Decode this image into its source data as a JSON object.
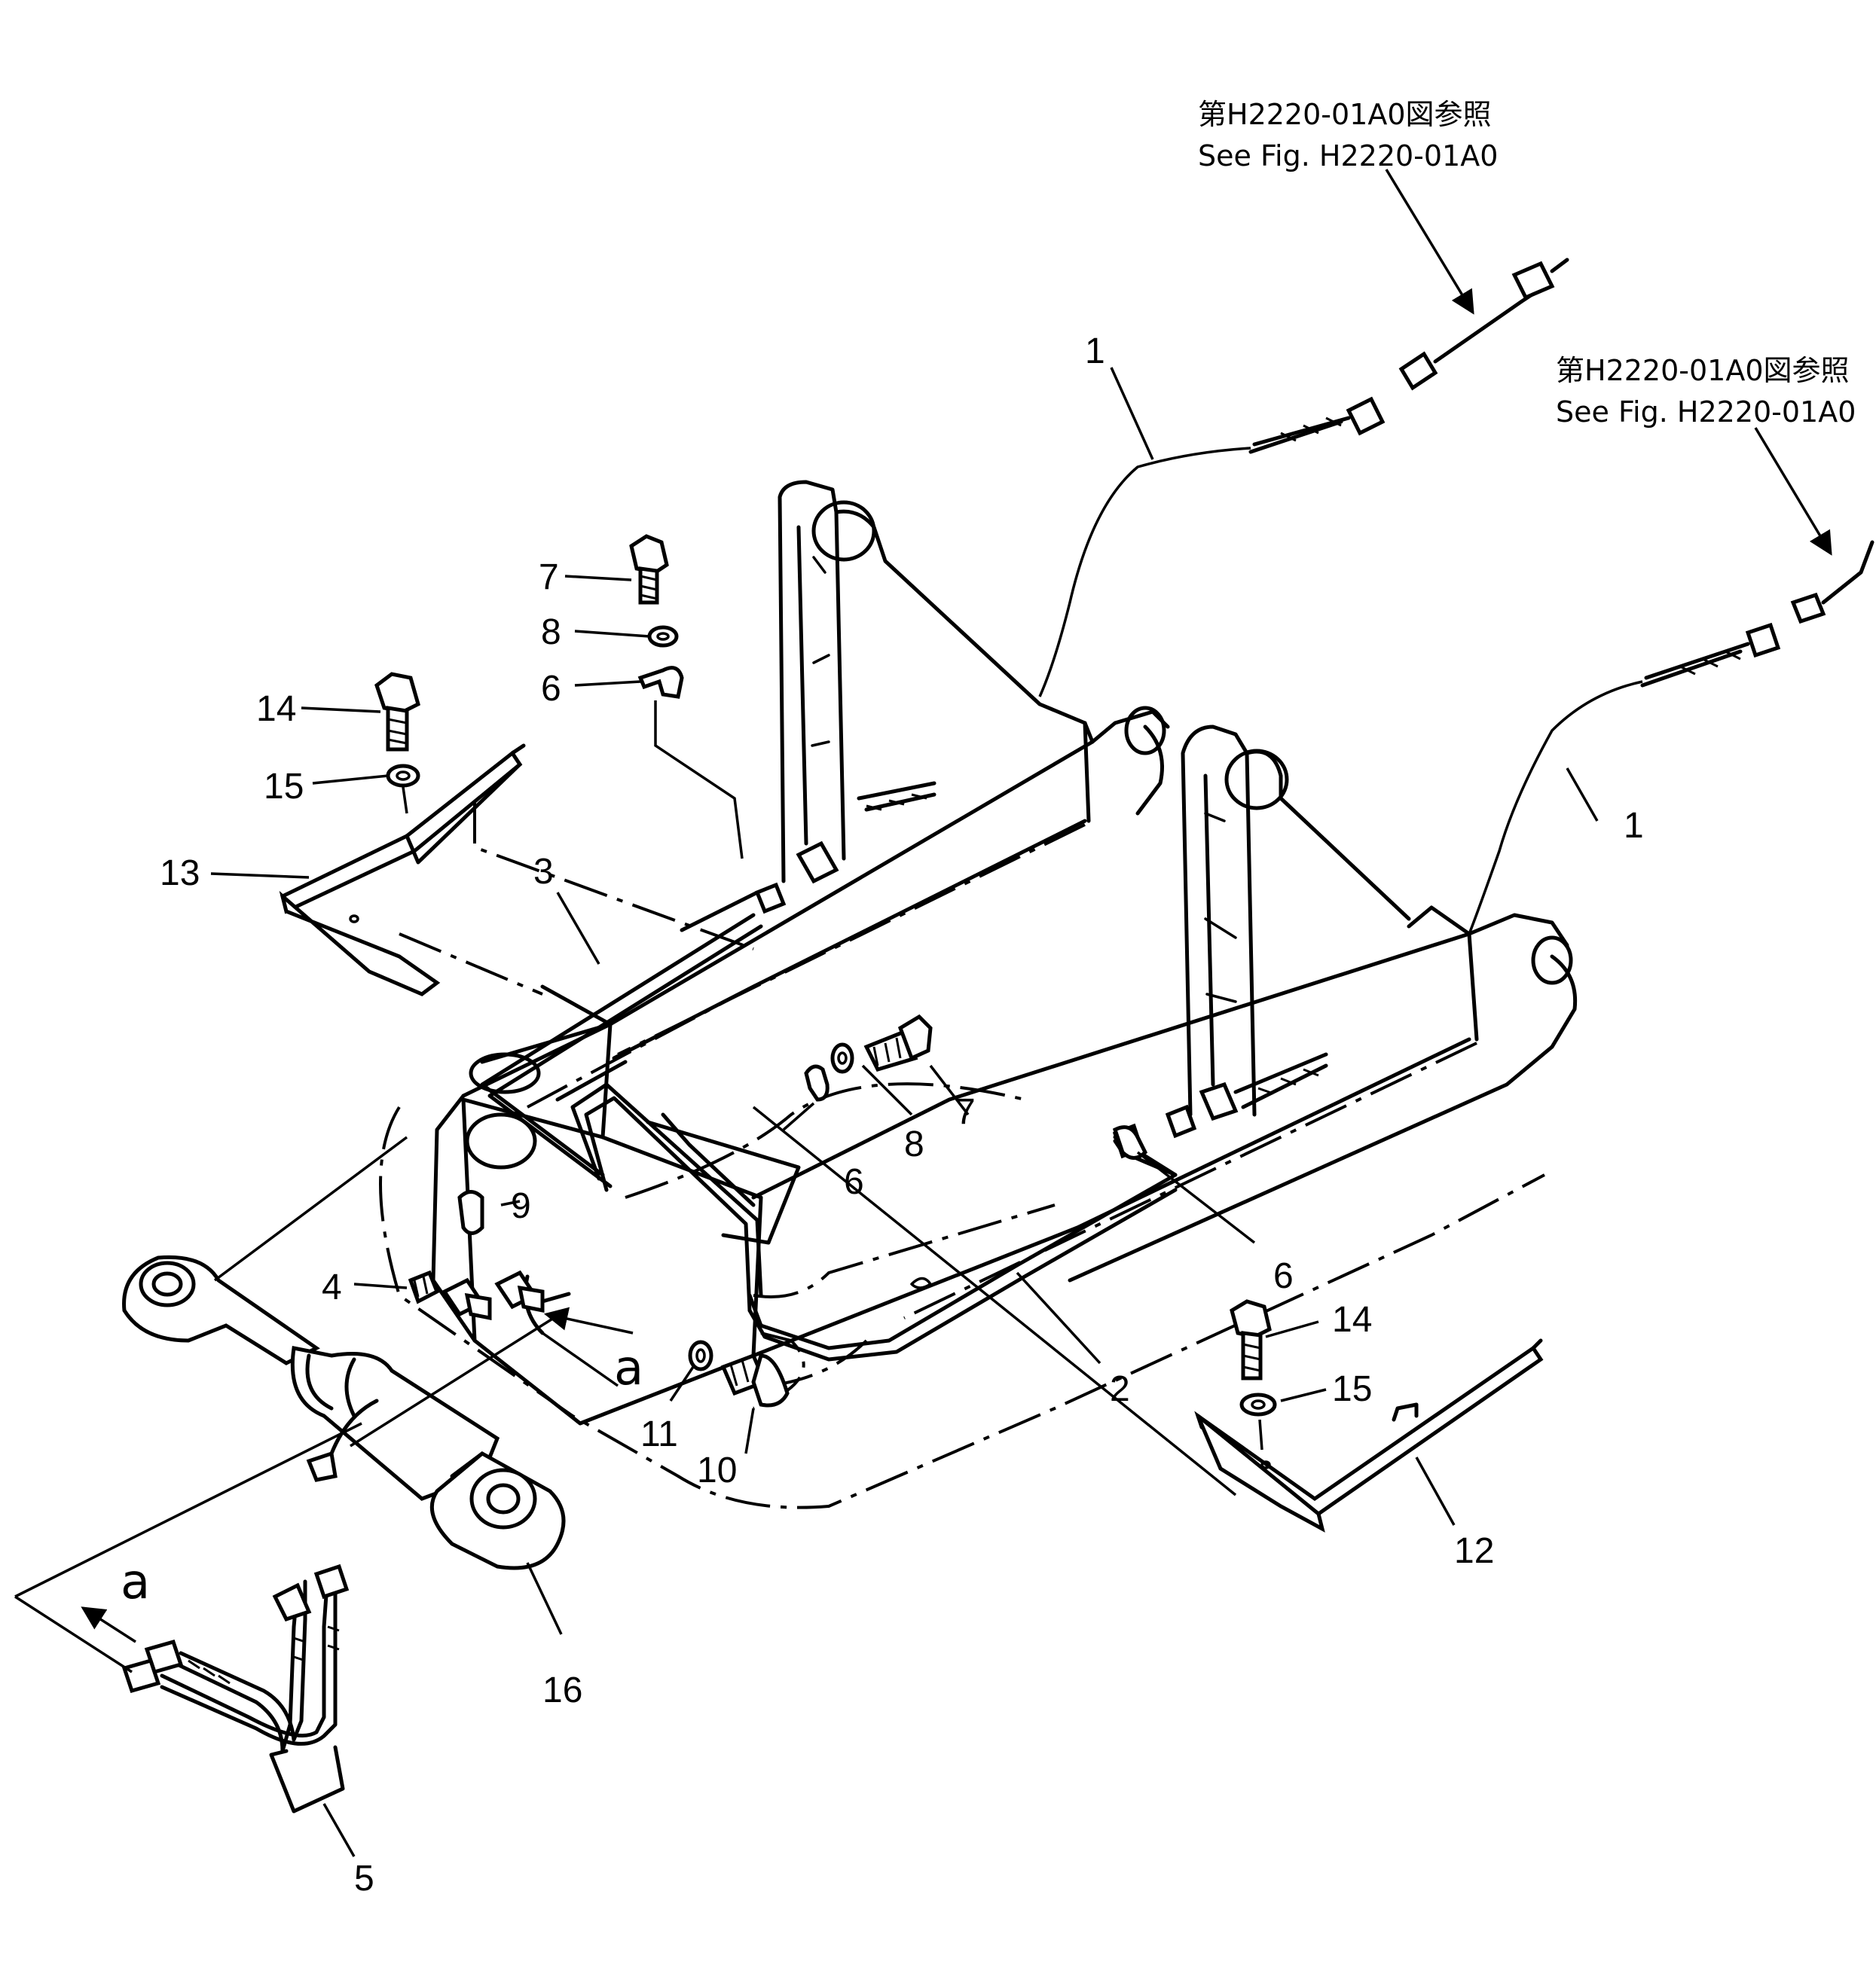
{
  "references": [
    {
      "jp": "第H2220-01A0図参照",
      "en": "See Fig. H2220-01A0"
    },
    {
      "jp": "第H2220-01A0図参照",
      "en": "See Fig. H2220-01A0"
    }
  ],
  "callouts": {
    "c1a": "1",
    "c1b": "1",
    "c2": "2",
    "c3": "3",
    "c4": "4",
    "c5": "5",
    "c6a": "6",
    "c6b": "6",
    "c6c": "6",
    "c7a": "7",
    "c7b": "7",
    "c8a": "8",
    "c8b": "8",
    "c9": "9",
    "c10": "10",
    "c11": "11",
    "c12": "12",
    "c13": "13",
    "c14a": "14",
    "c14b": "14",
    "c15a": "15",
    "c15b": "15",
    "c16": "16"
  },
  "view_marks": {
    "a1": "a",
    "a2": "a"
  }
}
